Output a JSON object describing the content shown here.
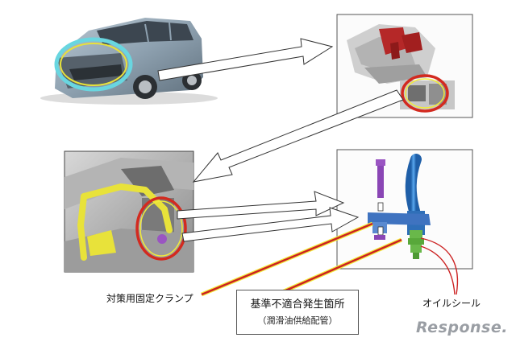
{
  "labels": {
    "clamp": "対策用固定クランプ",
    "defect_title": "基準不適合発生箇所",
    "defect_sub": "（潤滑油供給配管）",
    "oil_seal": "オイルシール"
  },
  "brand": {
    "text": "Response.",
    "logo_color": "#9a9ea4"
  },
  "colors": {
    "highlight_ring": "#d32a1f",
    "cyan_ring": "#69d6e0",
    "yellow_pipe": "#e8e23a",
    "pipe_blue": "#3d8ed8",
    "bolt_purple": "#9a55c2",
    "seal_green": "#69b84a",
    "leader_red": "#cc2222",
    "leader_yellow": "#f2ea3a"
  }
}
